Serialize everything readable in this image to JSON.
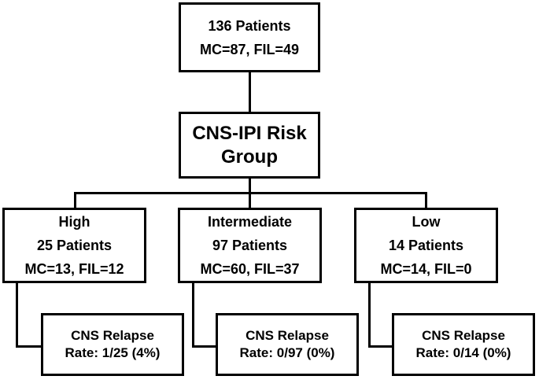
{
  "root": {
    "line1": "136 Patients",
    "line2": "MC=87, FIL=49"
  },
  "group": {
    "line1": "CNS-IPI Risk",
    "line2": "Group"
  },
  "branches": [
    {
      "title": "High",
      "patients": "25 Patients",
      "split": "MC=13, FIL=12",
      "relapse_label": "CNS Relapse",
      "relapse_rate": "Rate: 1/25 (4%)"
    },
    {
      "title": "Intermediate",
      "patients": "97 Patients",
      "split": "MC=60, FIL=37",
      "relapse_label": "CNS Relapse",
      "relapse_rate": "Rate: 0/97 (0%)"
    },
    {
      "title": "Low",
      "patients": "14 Patients",
      "split": "MC=14, FIL=0",
      "relapse_label": "CNS Relapse",
      "relapse_rate": "Rate: 0/14 (0%)"
    }
  ]
}
